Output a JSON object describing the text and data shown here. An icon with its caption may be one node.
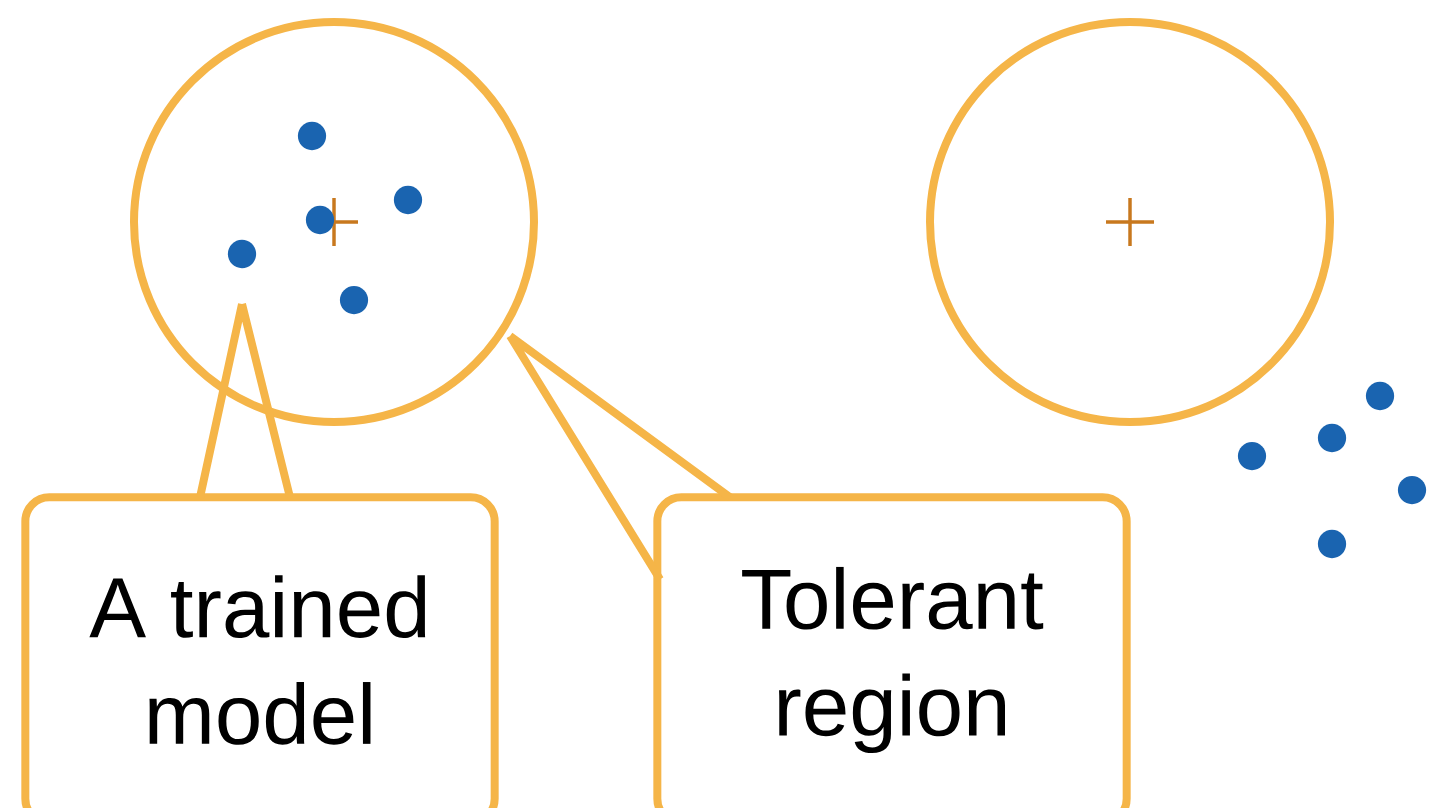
{
  "diagram": {
    "nodes": [
      {
        "text": [],
        "shape": "circle"
      },
      {
        "text": [],
        "shape": "circle"
      },
      {
        "text": [
          "A trained model"
        ]
      },
      {
        "text": [
          "Tolerant region"
        ]
      }
    ],
    "edges": [
      {
        "from": 2,
        "to": 0,
        "arrow": "none"
      },
      {
        "from": 3,
        "to": 0,
        "arrow": "none"
      }
    ]
  }
}
